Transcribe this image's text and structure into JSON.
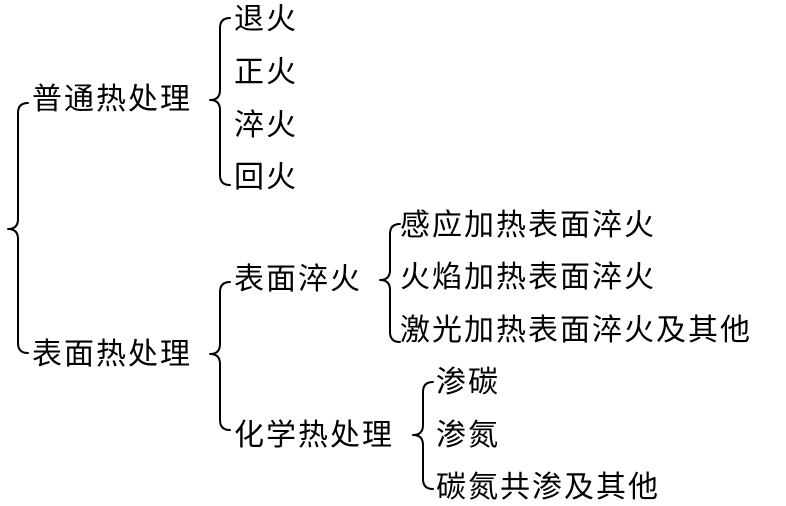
{
  "diagram": {
    "nodes": {
      "pt": "普通热处理",
      "pt_1": "退火",
      "pt_2": "正火",
      "pt_3": "淬火",
      "pt_4": "回火",
      "bm": "表面热处理",
      "bm_q": "表面淬火",
      "bm_q_1": "感应加热表面淬火",
      "bm_q_2": "火焰加热表面淬火",
      "bm_q_3": "激光加热表面淬火及其他",
      "hx": "化学热处理",
      "hx_1": "渗碳",
      "hx_2": "渗氮",
      "hx_3": "碳氮共渗及其他"
    }
  },
  "colors": {
    "line": "#000000",
    "text": "#000000",
    "background": "#ffffff"
  }
}
